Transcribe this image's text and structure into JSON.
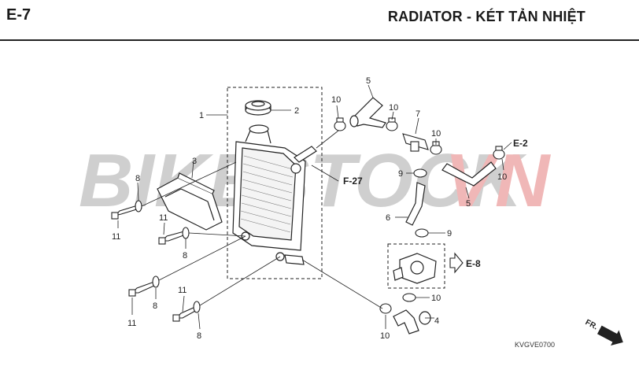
{
  "header": {
    "code": "E-7",
    "title": "RADIATOR - KÉT TẢN NHIỆT"
  },
  "watermark": {
    "part1": "BIKESTOCK",
    "part2": "VN",
    "color_gray": "#cfcfcf",
    "color_red": "#f0b7b7"
  },
  "callouts": {
    "c1": "1",
    "c2": "2",
    "c3": "3",
    "c4": "4",
    "c5a": "5",
    "c5b": "5",
    "c6": "6",
    "c7": "7",
    "c8a": "8",
    "c8b": "8",
    "c8c": "8",
    "c8d": "8",
    "c9a": "9",
    "c9b": "9",
    "c10a": "10",
    "c10b": "10",
    "c10c": "10",
    "c10d": "10",
    "c10e": "10",
    "c10f": "10",
    "c11a": "11",
    "c11b": "11",
    "c11c": "11",
    "c11d": "11"
  },
  "refs": {
    "f27": "F-27",
    "e2": "E-2",
    "e8": "E-8"
  },
  "footer": {
    "part_code": "KVGVE0700",
    "fr_label": "FR."
  }
}
